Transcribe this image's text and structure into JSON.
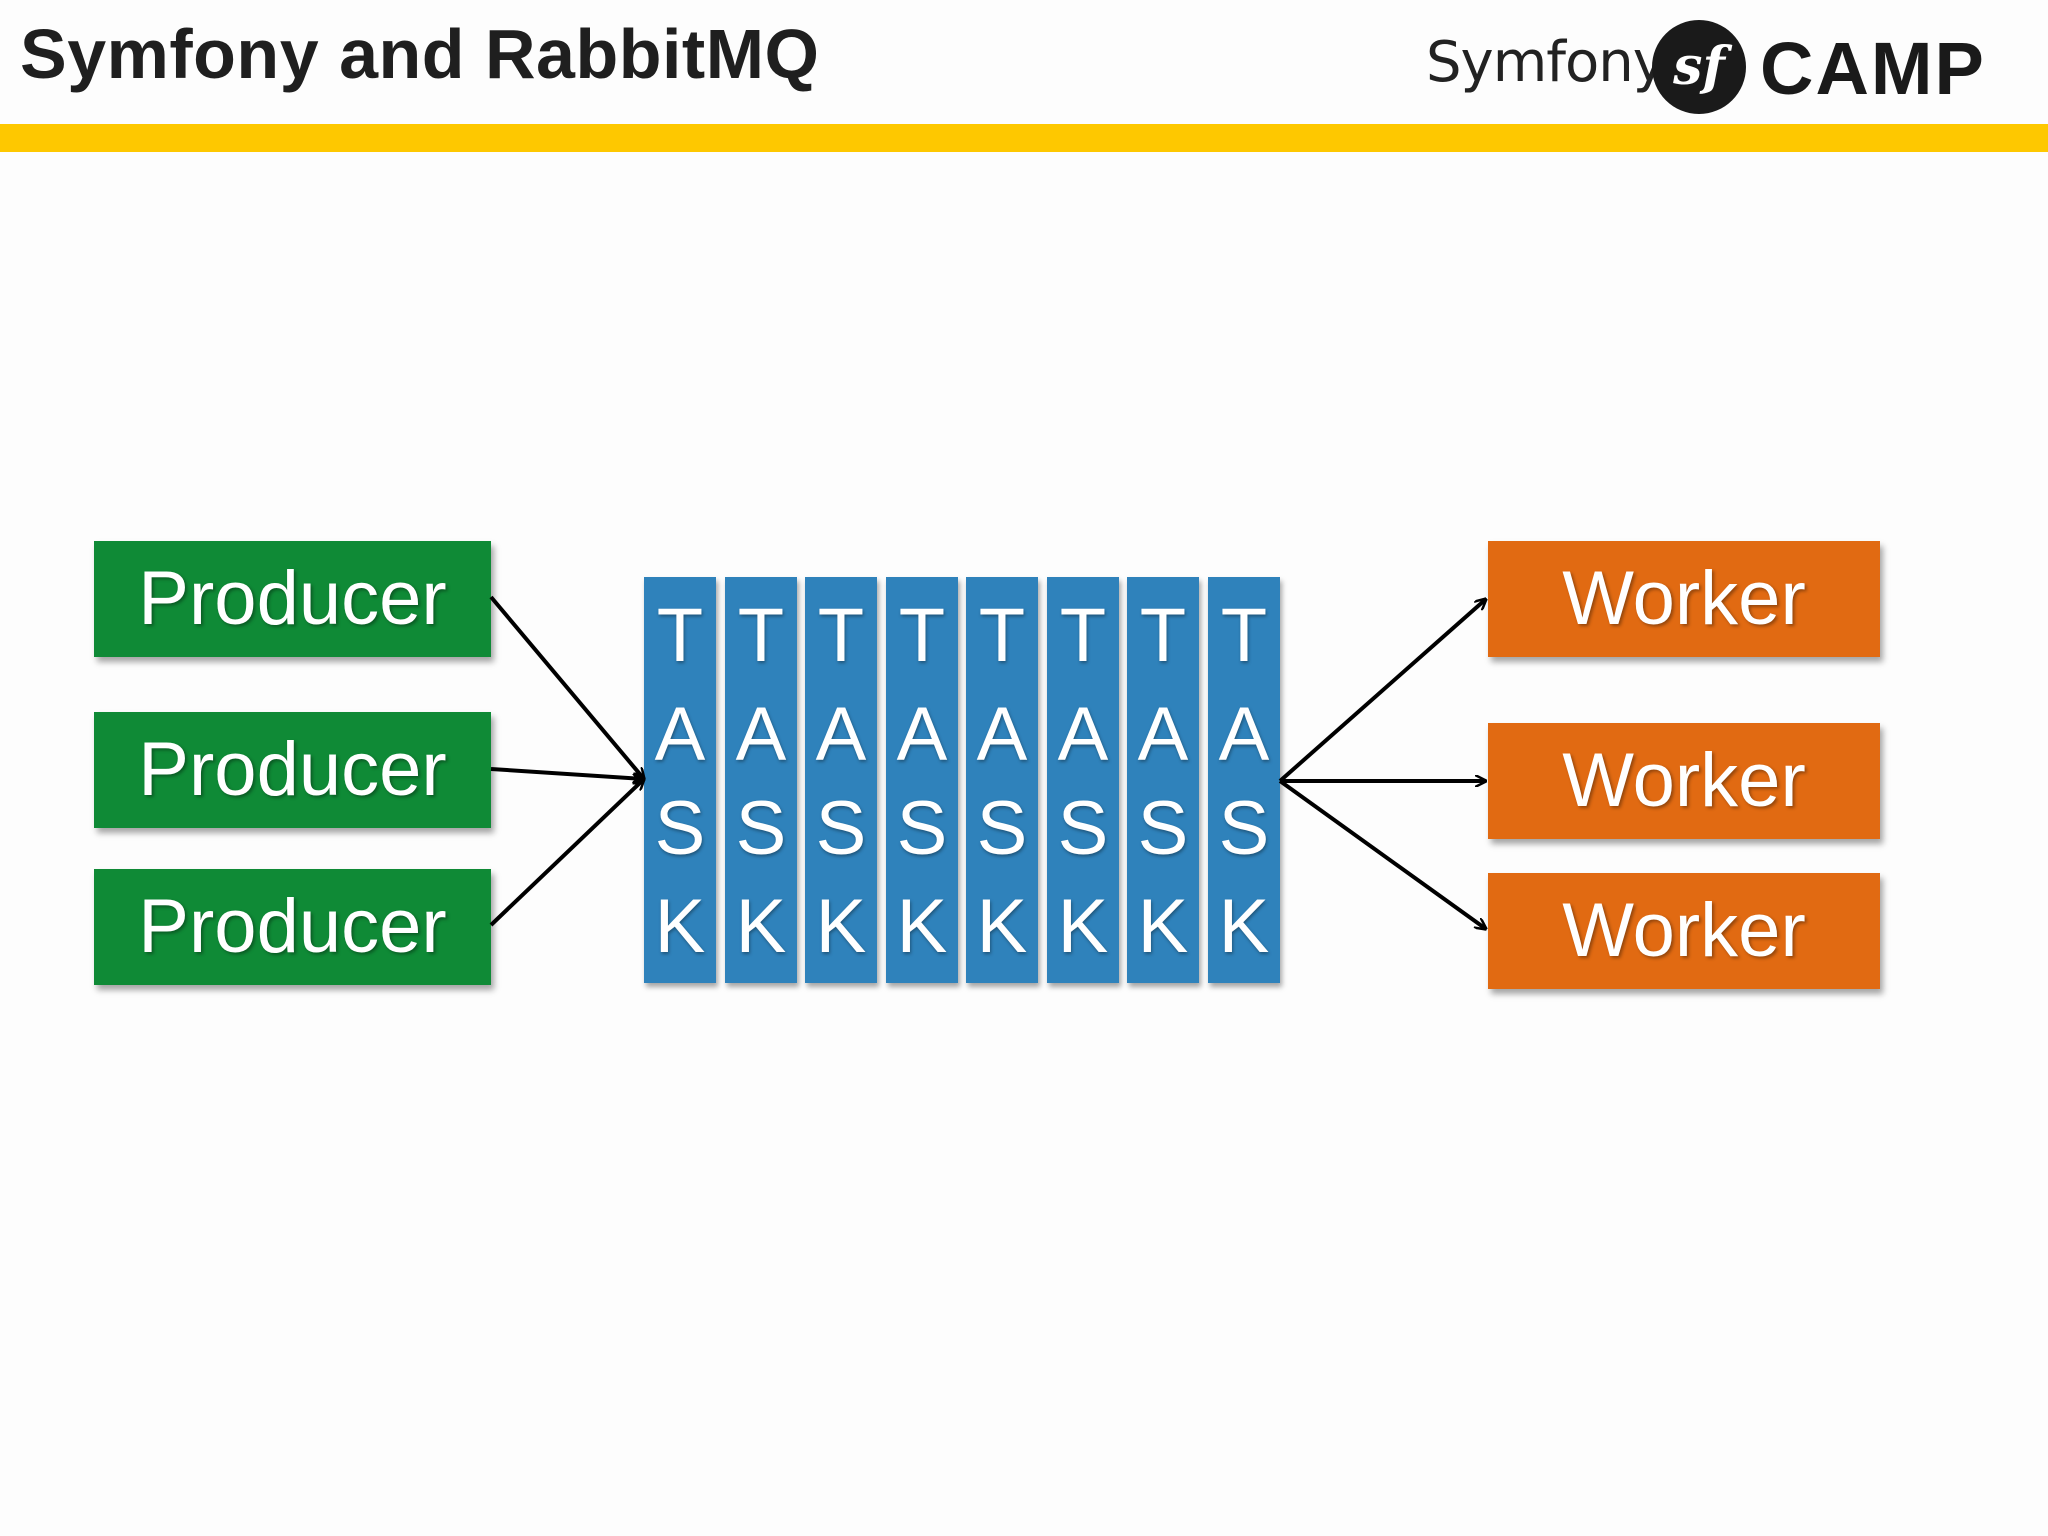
{
  "header": {
    "title": "Symfony and RabbitMQ",
    "logo": {
      "symfony_text": "Symfony",
      "sf_mark": "sf",
      "camp_text": "CAMP"
    }
  },
  "colors": {
    "accent_bar": "#fec800",
    "producer": "#0f8a36",
    "worker": "#e16a12",
    "task": "#2f82bb"
  },
  "diagram": {
    "producers": [
      "Producer",
      "Producer",
      "Producer"
    ],
    "queue": {
      "tasks": [
        [
          "T",
          "A",
          "S",
          "K"
        ],
        [
          "T",
          "A",
          "S",
          "K"
        ],
        [
          "T",
          "A",
          "S",
          "K"
        ],
        [
          "T",
          "A",
          "S",
          "K"
        ],
        [
          "T",
          "A",
          "S",
          "K"
        ],
        [
          "T",
          "A",
          "S",
          "K"
        ],
        [
          "T",
          "A",
          "S",
          "K"
        ],
        [
          "T",
          "A",
          "S",
          "K"
        ]
      ]
    },
    "workers": [
      "Worker",
      "Worker",
      "Worker"
    ]
  }
}
